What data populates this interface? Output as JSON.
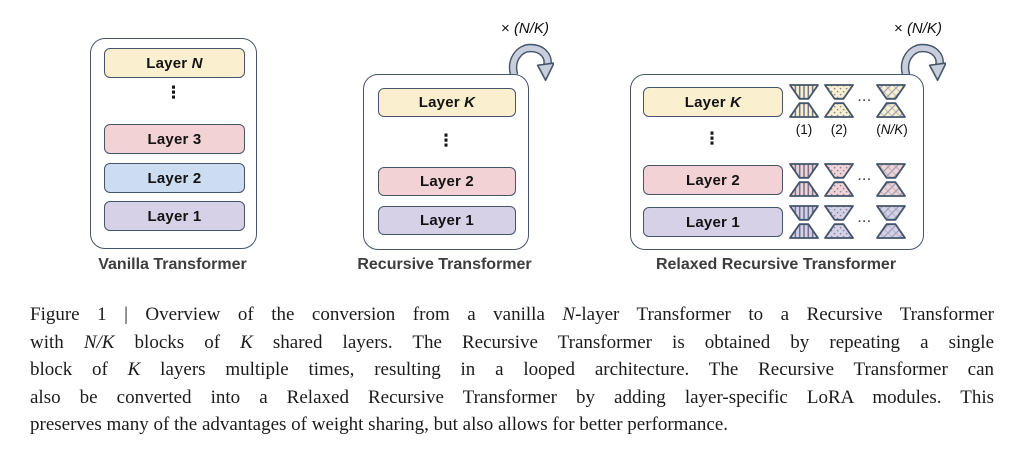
{
  "colors": {
    "yellow": "#faf0cf",
    "pink": "#f3d2d5",
    "blue": "#cdddf1",
    "purple": "#d7d1e7",
    "border": "#44546a",
    "arrow_fill": "#c9cedc",
    "pattern_line": "#5d6784",
    "title_text": "#3d3d3d",
    "caption_text": "#1b1b1b"
  },
  "panels": {
    "vanilla": {
      "title": "Vanilla Transformer",
      "ellipsis": "⋮",
      "layers": [
        {
          "label": [
            {
              "t": "Layer "
            },
            {
              "t": "N",
              "i": true
            }
          ],
          "color": "yellow"
        },
        {
          "label": [
            {
              "t": "Layer 3"
            }
          ],
          "color": "pink"
        },
        {
          "label": [
            {
              "t": "Layer 2"
            }
          ],
          "color": "blue"
        },
        {
          "label": [
            {
              "t": "Layer 1"
            }
          ],
          "color": "purple"
        }
      ]
    },
    "recursive": {
      "title": "Recursive Transformer",
      "loop_label": [
        {
          "t": "× "
        },
        {
          "t": "(N/K)",
          "i": true
        }
      ],
      "ellipsis": "⋮",
      "layers": [
        {
          "label": [
            {
              "t": "Layer "
            },
            {
              "t": "K",
              "i": true
            }
          ],
          "color": "yellow"
        },
        {
          "label": [
            {
              "t": "Layer 2"
            }
          ],
          "color": "pink"
        },
        {
          "label": [
            {
              "t": "Layer 1"
            }
          ],
          "color": "purple"
        }
      ]
    },
    "relaxed": {
      "title": "Relaxed Recursive Transformer",
      "loop_label": [
        {
          "t": "× "
        },
        {
          "t": "(N/K)",
          "i": true
        }
      ],
      "ellipsis": "⋮",
      "lora_column_labels": [
        [
          {
            "t": "(1)"
          }
        ],
        [
          {
            "t": "(2)"
          }
        ],
        [
          {
            "t": "("
          },
          {
            "t": "N/K",
            "i": true
          },
          {
            "t": ")"
          }
        ]
      ],
      "layers": [
        {
          "label": [
            {
              "t": "Layer "
            },
            {
              "t": "K",
              "i": true
            }
          ],
          "color": "yellow",
          "lora": [
            "stripes",
            "dots",
            "crosshatch"
          ],
          "ellipsis_h": "···"
        },
        {
          "label": [
            {
              "t": "Layer 2"
            }
          ],
          "color": "pink",
          "lora": [
            "stripes",
            "dots",
            "crosshatch"
          ],
          "ellipsis_h": "···"
        },
        {
          "label": [
            {
              "t": "Layer 1"
            }
          ],
          "color": "purple",
          "lora": [
            "stripes",
            "dots",
            "crosshatch"
          ],
          "ellipsis_h": "···"
        }
      ]
    }
  },
  "caption": {
    "lines": [
      {
        "tokens": [
          {
            "t": "Figure 1 | Overview of the conversion from a vanilla "
          },
          {
            "t": "N",
            "i": true
          },
          {
            "t": "-layer Transformer to a Recursive Transformer"
          }
        ]
      },
      {
        "tokens": [
          {
            "t": "with "
          },
          {
            "t": "N/K",
            "i": true
          },
          {
            "t": " blocks of "
          },
          {
            "t": "K",
            "i": true
          },
          {
            "t": " shared layers. The Recursive Transformer is obtained by repeating a single"
          }
        ]
      },
      {
        "tokens": [
          {
            "t": "block of "
          },
          {
            "t": "K",
            "i": true
          },
          {
            "t": " layers multiple times, resulting in a looped architecture. The Recursive Transformer can"
          }
        ]
      },
      {
        "tokens": [
          {
            "t": "also be converted into a Relaxed Recursive Transformer by adding layer-specific LoRA modules. This"
          }
        ]
      },
      {
        "tokens": [
          {
            "t": "preserves many of the advantages of weight sharing, but also allows for better performance."
          }
        ]
      }
    ]
  }
}
